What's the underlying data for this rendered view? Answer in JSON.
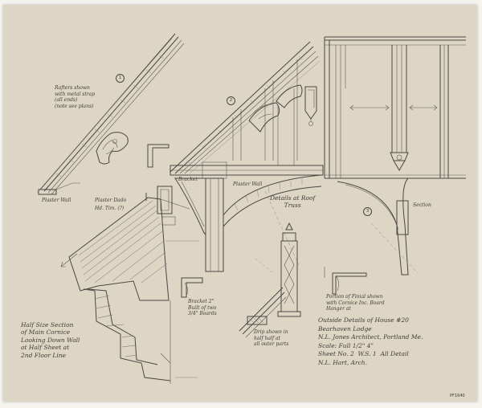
{
  "drawing": {
    "paper_color": "#ddd6c5",
    "ink_color": "#4a4742",
    "labels": {
      "rafter_note": "Rafters shown\nwith metal strap\n(all ends)\n(note see plans)",
      "plaster_dado": "Plaster Dado",
      "hand_notes": "Hd. Tim. (?)",
      "wall_left": "Plaster Wall",
      "wall_right": "Plaster Wall",
      "bracket_block": "Bracket",
      "details_at_roof": "Details at Roof\nTruss",
      "section": "Section",
      "marker_1": "1",
      "marker_2": "2",
      "marker_3": "3",
      "half_section": "Half Size Section\nof Main Cornice\nLooking Down Wall\nat Half Sheet at\n2nd Floor Line",
      "bracket_note": "Bracket 2\"\nBuilt of two\n3/4\" Boards",
      "drip_note": "Drip shown in\nhalf half at\nall outer parts",
      "finial_note": "Portion of Finial shown\nwith Cornice Inc. Board\nHanger at",
      "title_block": "Outside Details of House #20\nBearhaven Lodge\nN.L. Jones Architect, Portland Me.\nScale: Full 1/2\" 4\"\nSheet No. 2  W.S. 1  All Detail\nN.L. Hart, Arch.",
      "sheet_no": "PF1640"
    }
  }
}
